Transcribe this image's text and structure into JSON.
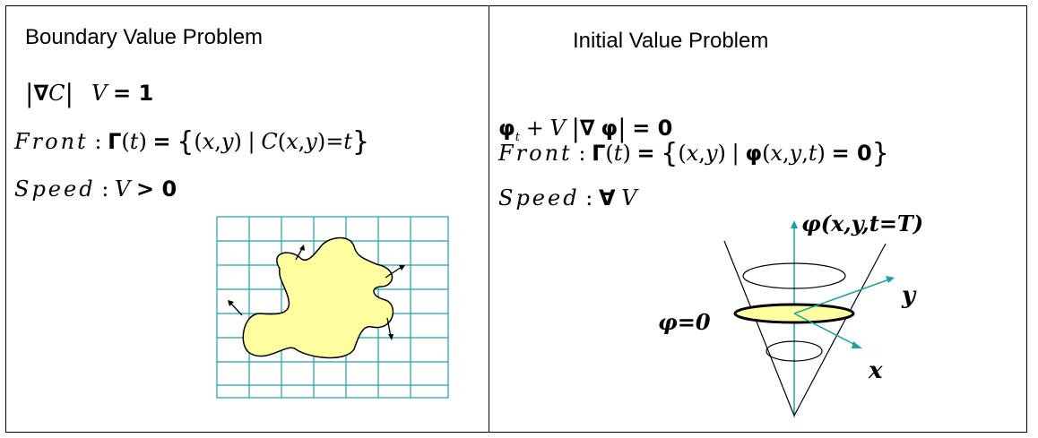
{
  "left": {
    "title": "Boundary Value Problem",
    "eq1": {
      "grad": "∇",
      "c": "C",
      "v": "V",
      "rhs": "= 1"
    },
    "front": {
      "word": "Front",
      "colon": ":",
      "gamma": "Γ",
      "targ": "t",
      "eqs": "=",
      "x": "x",
      "y": "y",
      "bar": "|",
      "c": "C",
      "t": "t"
    },
    "speed": {
      "word": "Speed",
      "colon": ":",
      "v": "V",
      "rhs": "> 0"
    }
  },
  "right": {
    "title": "Initial Value Problem",
    "eq1": {
      "phi": "φ",
      "sub": "t",
      "plus": "+",
      "v": "V",
      "grad": "∇",
      "phi2": "φ",
      "rhs": "=  0"
    },
    "front": {
      "word": "Front",
      "colon": ":",
      "gamma": "Γ",
      "targ": "t",
      "eqs": "=",
      "x": "x",
      "y": "y",
      "bar": "|",
      "phi": "φ",
      "t": "t",
      "rhs": "=  0"
    },
    "speed": {
      "word": "Speed",
      "colon": ":",
      "forall": "∀",
      "v": "V"
    },
    "cone": {
      "top_label": "φ(x,y,t=T)",
      "phi0_label": "φ=0",
      "x_label": "x",
      "y_label": "y"
    }
  },
  "colors": {
    "grid": "#1aa3a3",
    "fill": "#ffffa0",
    "axis": "#1aa3a3"
  }
}
